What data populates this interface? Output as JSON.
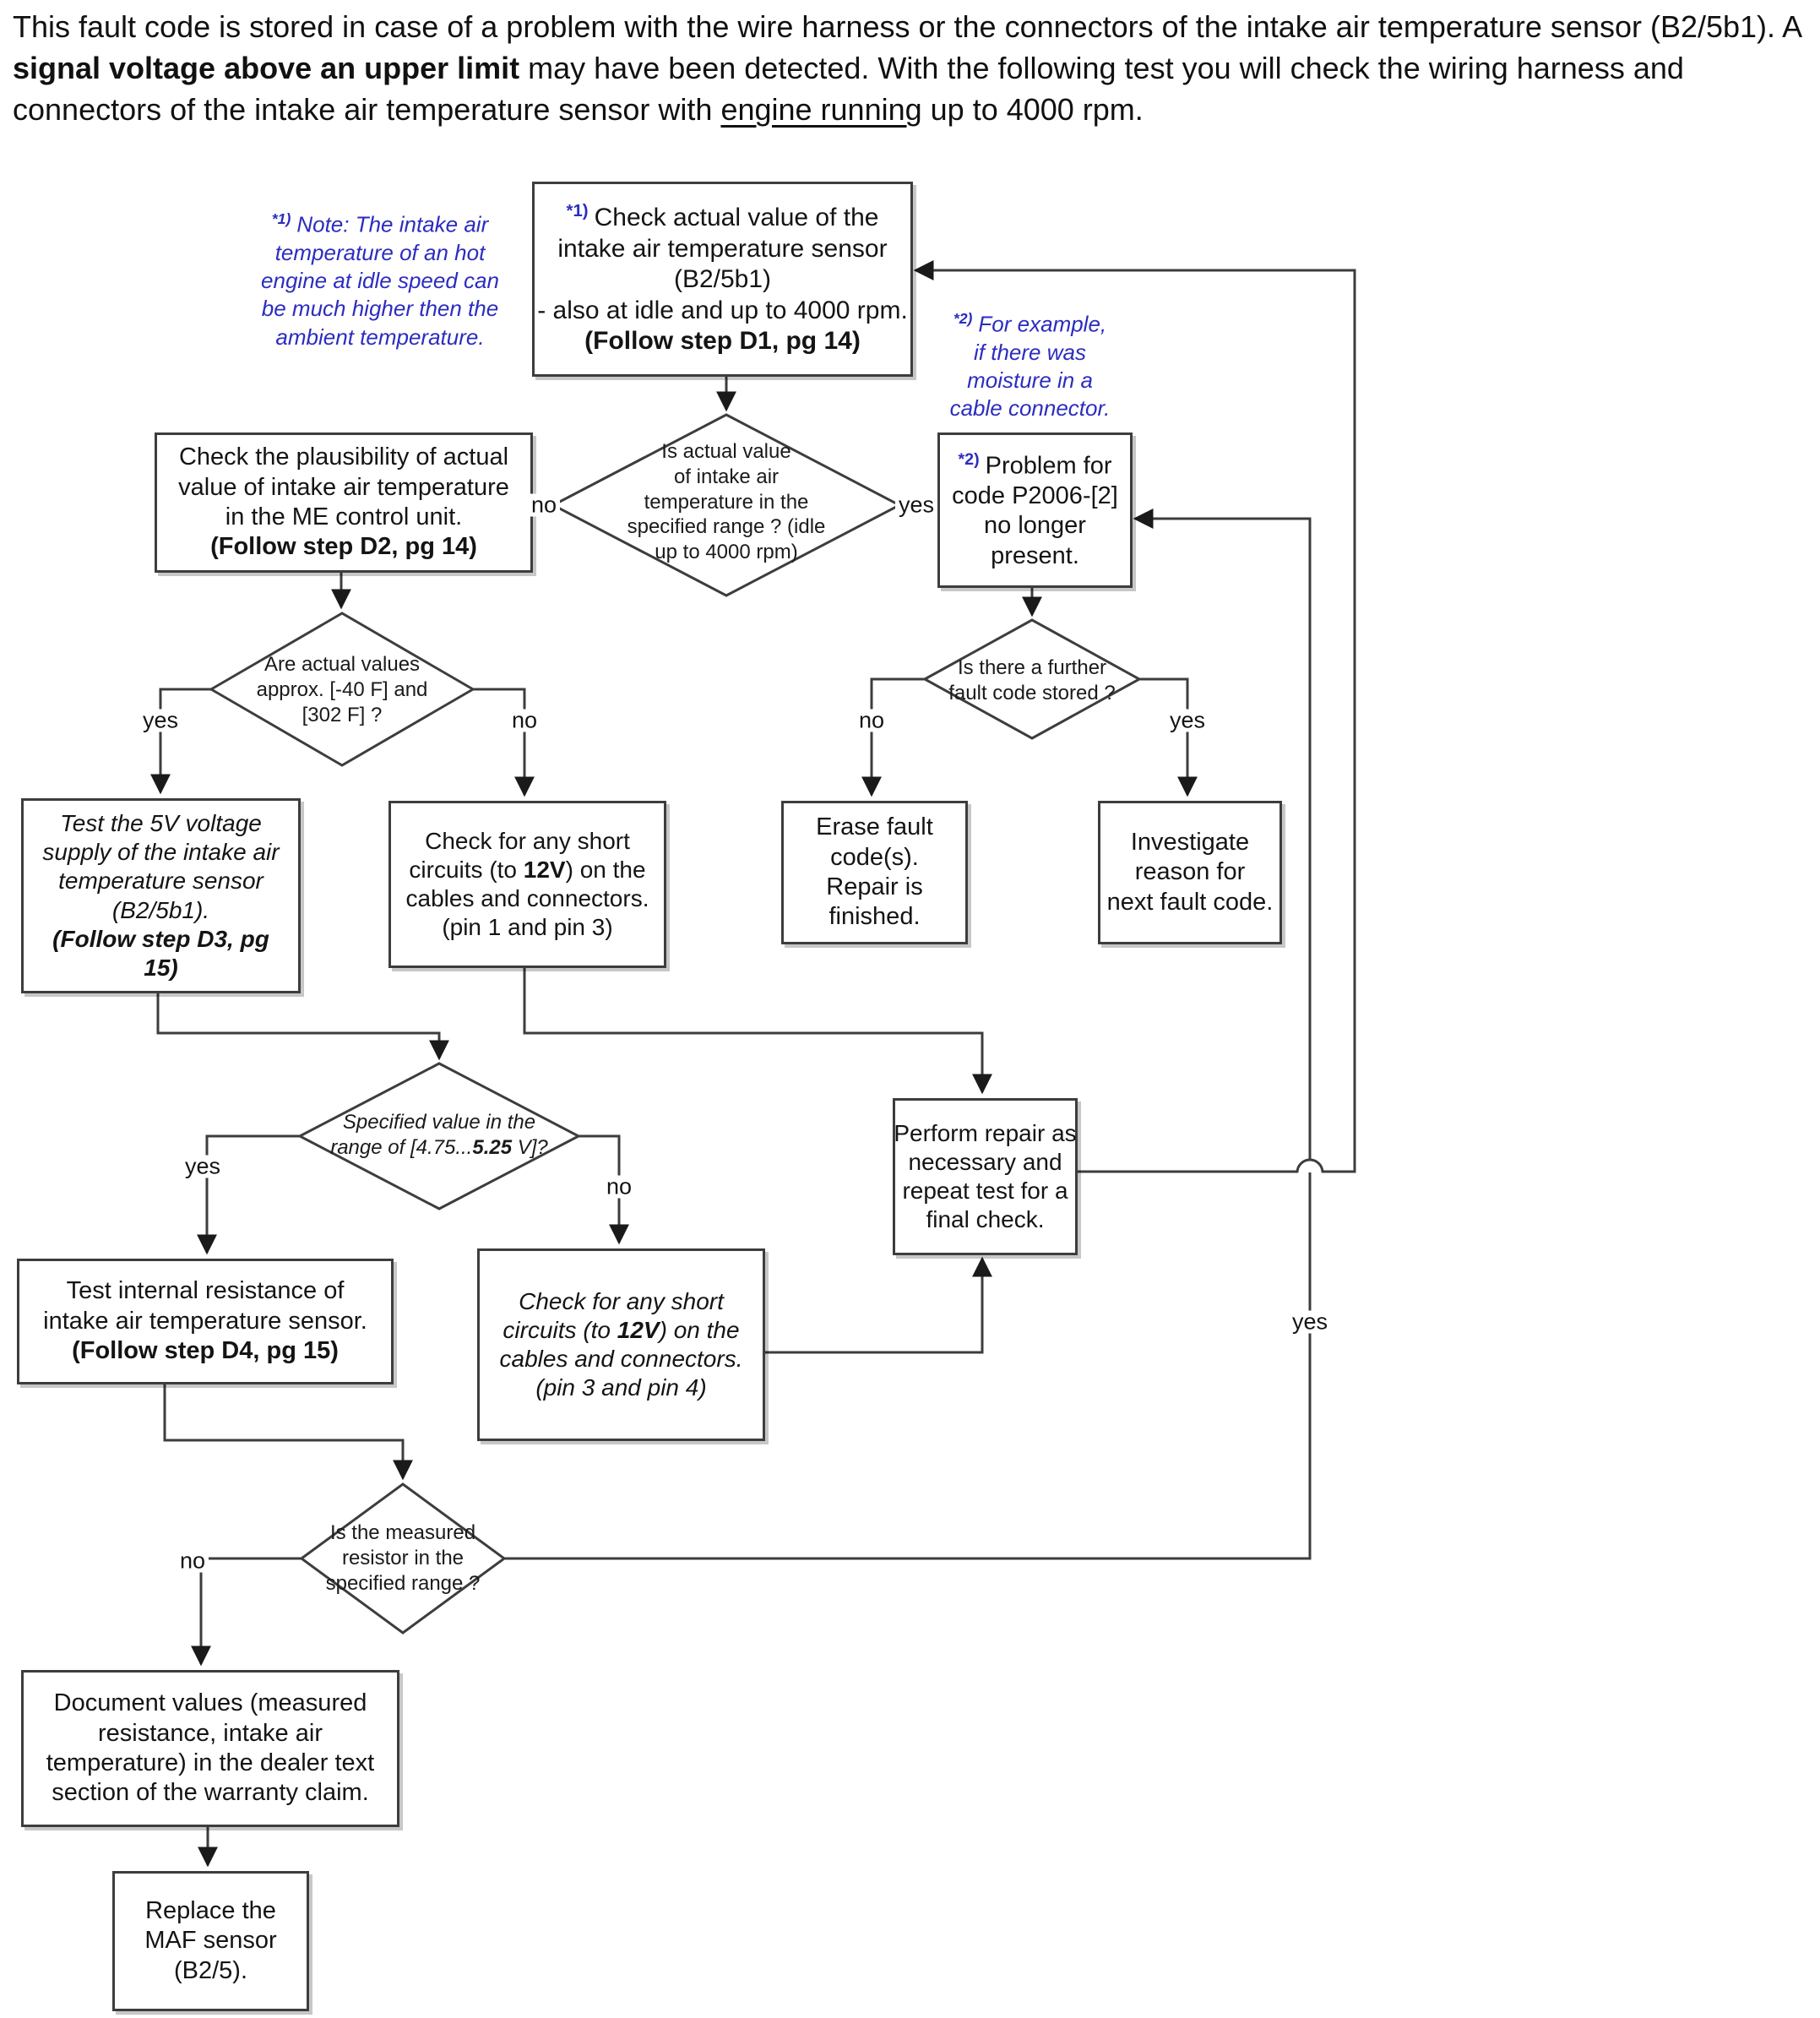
{
  "accent_blue": "#2c2cc0",
  "line_color": "#3d3d3d",
  "intro": {
    "s1": "This fault code is stored in case of a problem with the wire harness or the connectors of the intake air temperature sensor (B2/5b1). A ",
    "s2_bold": "signal voltage above an upper limit",
    "s3": " may have been detected. With the following test you will check the wiring harness and connectors of the intake air temperature sensor with ",
    "s4_underline": "engine running",
    "s5": " up to 4000 rpm."
  },
  "notes": {
    "n1": {
      "marker": "*1)",
      "l1": "Note: The intake air",
      "l2": "temperature of an hot",
      "l3": "engine at idle speed can",
      "l4": "be much higher then the",
      "l5": "ambient temperature."
    },
    "n2": {
      "marker": "*2)",
      "l1": "For example,",
      "l2": "if there was",
      "l3": "moisture in a",
      "l4": "cable connector."
    }
  },
  "boxes": {
    "check_actual": {
      "marker": "*1)",
      "l1": "Check actual value of the",
      "l2": "intake air temperature sensor",
      "l3": "(B2/5b1)",
      "l4": "- also at idle and up to 4000 rpm.",
      "l5": "(Follow step D1, pg 14)"
    },
    "check_plausibility": {
      "l1": "Check the plausibility of actual",
      "l2": "value of intake air temperature",
      "l3": "in the ME control unit.",
      "l4": "(Follow step D2, pg 14)"
    },
    "problem_code": {
      "marker": "*2)",
      "l1": "Problem for",
      "l2": "code P2006-[2]",
      "l3": "no longer",
      "l4": "present."
    },
    "test_5v": {
      "l1": "Test the 5V voltage",
      "l2": "supply of the intake air",
      "l3": "temperature sensor",
      "l4": "(B2/5b1).",
      "l5": "(Follow step D3, pg",
      "l6": "15)"
    },
    "short_pin13": {
      "l1": "Check for any short",
      "l2a": "circuits (to ",
      "l2b": "12V",
      "l2c": ") on the",
      "l3": "cables and connectors.",
      "l4": "(pin 1 and pin 3)"
    },
    "erase": {
      "l1": "Erase fault",
      "l2": "code(s).",
      "l3": "Repair is",
      "l4": "finished."
    },
    "investigate": {
      "l1": "Investigate",
      "l2": "reason for",
      "l3": "next fault code."
    },
    "perform_repair": {
      "l1": "Perform repair as",
      "l2": "necessary and",
      "l3": "repeat test for a",
      "l4": "final check."
    },
    "test_resistance": {
      "l1": "Test internal resistance of",
      "l2": "intake air temperature sensor.",
      "l3": "(Follow step D4, pg 15)"
    },
    "short_pin34": {
      "l1": "Check for any short",
      "l2a": "circuits (to ",
      "l2b": "12V",
      "l2c": ") on the",
      "l3": "cables and connectors.",
      "l4": "(pin 3 and pin 4)"
    },
    "document_values": {
      "l1": "Document values (measured",
      "l2": "resistance, intake air",
      "l3": "temperature) in the dealer text",
      "l4": "section of the warranty claim."
    },
    "replace_maf": {
      "l1": "Replace the",
      "l2": "MAF sensor",
      "l3": "(B2/5)."
    }
  },
  "diamonds": {
    "d1": {
      "l1": "Is actual value",
      "l2": "of intake air",
      "l3": "temperature in the",
      "l4": "specified range ? (idle",
      "l5": "up to 4000 rpm)"
    },
    "d2": {
      "l1": "Are actual values",
      "l2": "approx. [-40 F] and",
      "l3": "[302 F] ?"
    },
    "d3": {
      "l1": "Is there a further",
      "l2": "fault code stored ?"
    },
    "d4": {
      "l1": "Specified value in the",
      "l2a": "range of [4.75...",
      "l2b": "5.25",
      "l2c": " V]?"
    },
    "d5": {
      "l1": "Is the measured",
      "l2": "resistor in the",
      "l3": "specified range ?"
    }
  },
  "edge_labels": {
    "d1_no": "no",
    "d1_yes": "yes",
    "d2_yes": "yes",
    "d2_no": "no",
    "d3_no": "no",
    "d3_yes": "yes",
    "d4_yes": "yes",
    "d4_no": "no",
    "d5_no": "no",
    "d5_yes": "yes"
  }
}
